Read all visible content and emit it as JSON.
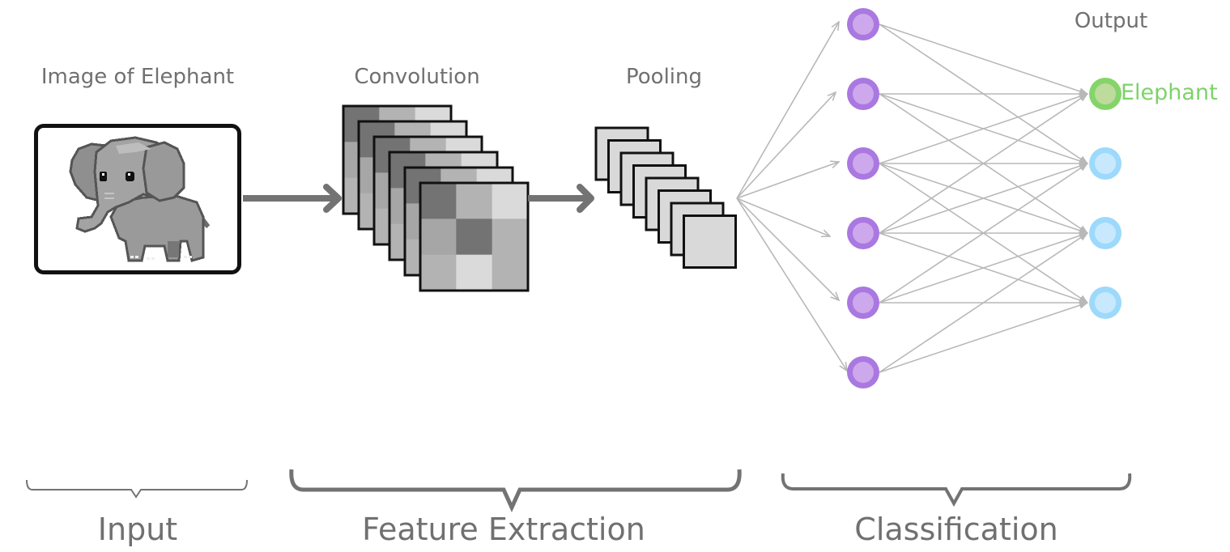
{
  "stages": {
    "input_title": "Image of Elephant",
    "convolution_title": "Convolution",
    "pooling_title": "Pooling",
    "output_title": "Output"
  },
  "sections": {
    "input": "Input",
    "feature_extraction": "Feature Extraction",
    "classification": "Classification"
  },
  "input_image": {
    "subject": "elephant",
    "style": "pixel-art",
    "icon": "elephant-icon"
  },
  "convolution": {
    "feature_map_count": 6,
    "kernel_grid": [
      [
        "#737373",
        "#b3b3b3",
        "#dadada"
      ],
      [
        "#a6a6a6",
        "#737373",
        "#b3b3b3"
      ],
      [
        "#b3b3b3",
        "#dadada",
        "#b3b3b3"
      ]
    ]
  },
  "pooling": {
    "map_count": 8,
    "fill": "#d9d9d9"
  },
  "network": {
    "hidden_nodes": 6,
    "output_nodes": 4,
    "predicted_index": 0,
    "predicted_label": "Elephant",
    "colors": {
      "hidden_outer": "#a978e0",
      "hidden_inner": "#cda8ec",
      "output_outer": "#9dd9fb",
      "output_inner": "#c8e9fd",
      "predicted_outer": "#85d46a",
      "predicted_inner": "#bddb9c",
      "edge": "#b8b8b8"
    }
  },
  "colors": {
    "text": "#707070",
    "arrow": "#737373",
    "predicted_text": "#7ed26a"
  }
}
